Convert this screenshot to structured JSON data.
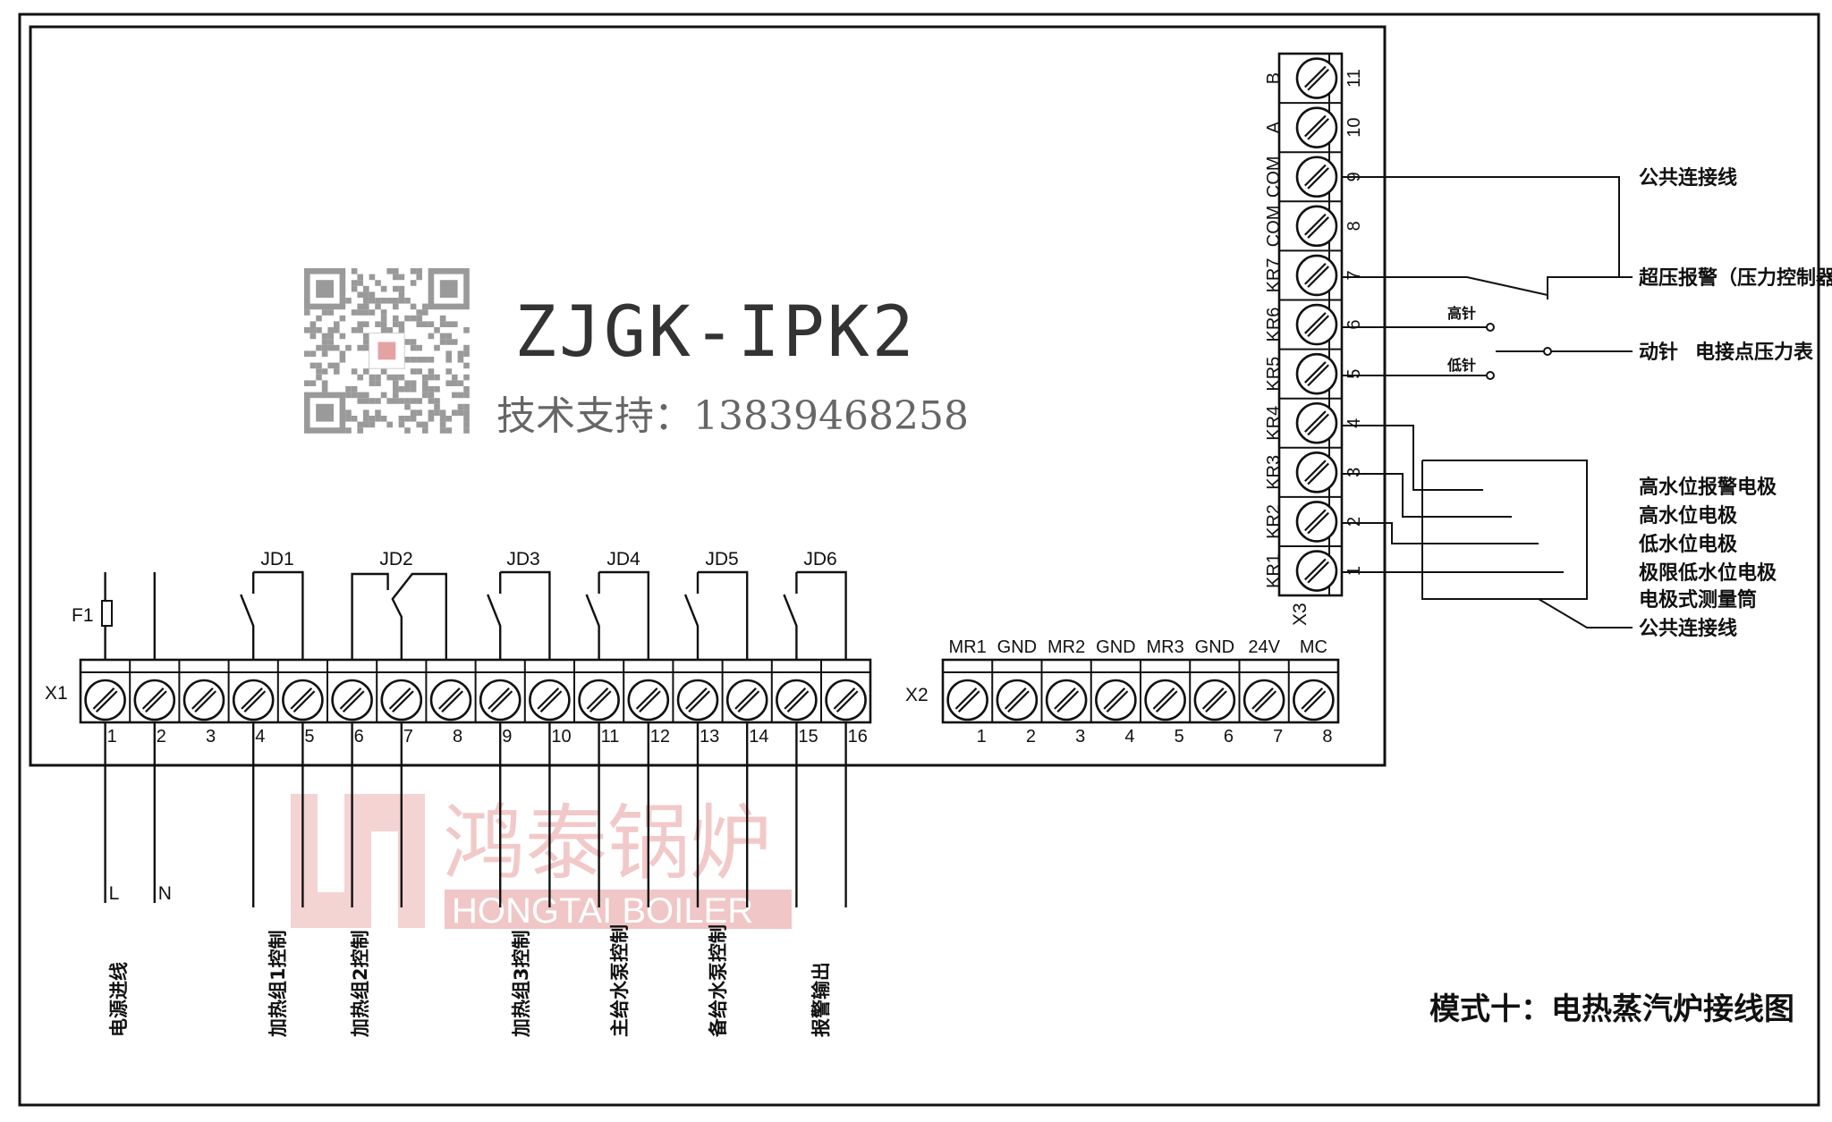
{
  "title": "模式十：电热蒸汽炉接线图",
  "model": "ZJGK-IPK2",
  "support_text": "技术支持：13839468258",
  "watermark": {
    "cn": "鸿泰锅炉",
    "en": "HONGTAI BOILER"
  },
  "fuse_label": "F1",
  "x1": {
    "label": "X1",
    "pins": [
      "1",
      "2",
      "3",
      "4",
      "5",
      "6",
      "7",
      "8",
      "9",
      "10",
      "11",
      "12",
      "13",
      "14",
      "15",
      "16"
    ],
    "relays": [
      "JD1",
      "JD2",
      "JD3",
      "JD4",
      "JD5",
      "JD6"
    ],
    "line_labels": [
      "L",
      "N"
    ],
    "outputs": [
      "电源进线",
      "加热组1控制",
      "加热组2控制",
      "加热组3控制",
      "主给水泵控制",
      "备给水泵控制",
      "报警输出"
    ]
  },
  "x2": {
    "label": "X2",
    "terminals": [
      "MR1",
      "GND",
      "MR2",
      "GND",
      "MR3",
      "GND",
      "24V",
      "MC"
    ],
    "pins": [
      "1",
      "2",
      "3",
      "4",
      "5",
      "6",
      "7",
      "8"
    ]
  },
  "x3": {
    "label": "X3",
    "terminals": [
      "B",
      "A",
      "COM",
      "COM",
      "KR7",
      "KR6",
      "KR5",
      "KR4",
      "KR3",
      "KR2",
      "KR1"
    ],
    "pins": [
      "11",
      "10",
      "9",
      "8",
      "7",
      "6",
      "5",
      "4",
      "3",
      "2",
      "1"
    ]
  },
  "right_labels": {
    "common_line_top": "公共连接线",
    "overpressure_alarm": "超压报警（压力控制器）",
    "high_needle": "高针",
    "low_needle": "低针",
    "moving_needle": "动针",
    "contact_gauge": "电接点压力表",
    "high_alarm_electrode": "高水位报警电极",
    "high_level_electrode": "高水位电极",
    "low_level_electrode": "低水位电极",
    "ultra_low_electrode": "极限低水位电极",
    "measuring_tube": "电极式测量筒",
    "common_line_bottom": "公共连接线"
  },
  "colors": {
    "line": "#111111",
    "watermark_red": "#f2c9c9",
    "model_text": "#333333",
    "support_text": "#666666"
  }
}
